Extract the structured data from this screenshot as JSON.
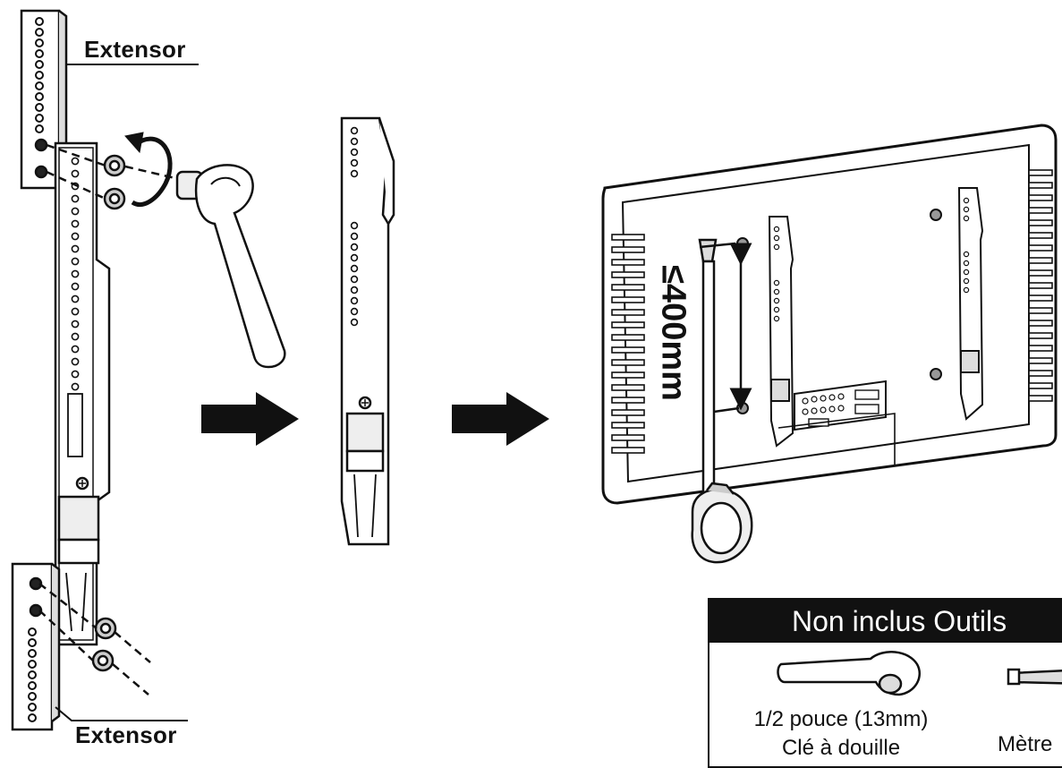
{
  "labels": {
    "extensor_top": "Extensor",
    "extensor_bottom": "Extensor",
    "vesa_measure": "≤400mm"
  },
  "tools": {
    "header": "Non inclus Outils",
    "wrench": {
      "size": "1/2 pouce (13mm)",
      "name": "Clé à douille"
    },
    "tape_measure": {
      "name": "Mètre"
    }
  },
  "icons": [
    "rotate-arrow-icon",
    "socket-wrench-icon",
    "right-arrow-icon",
    "tape-measure-icon"
  ],
  "colors": {
    "line": "#111111",
    "background": "#ffffff"
  }
}
